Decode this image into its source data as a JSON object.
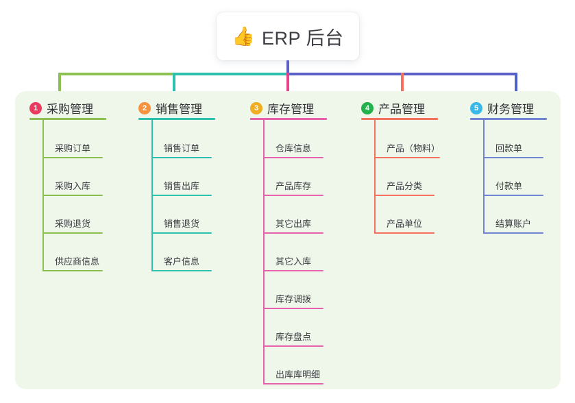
{
  "root": {
    "icon": "thumbs-up-icon",
    "icon_glyph": "👍",
    "title": "ERP 后台"
  },
  "palette": {
    "panel_bg": "#eff7ea",
    "page_bg": "#ffffff",
    "text": "#3a3a40",
    "stem_blue": "#5b5fc7",
    "bus_green": "#7ab648",
    "bus_teal": "#1bbfa8",
    "bus_blue": "#5b5fc7"
  },
  "columns": [
    {
      "number": "1",
      "title": "采购管理",
      "badge_color": "#ea3a60",
      "line_color": "#8cc152",
      "items": [
        {
          "label": "采购订单"
        },
        {
          "label": "采购入库"
        },
        {
          "label": "采购退货"
        },
        {
          "label": "供应商信息"
        }
      ]
    },
    {
      "number": "2",
      "title": "销售管理",
      "badge_color": "#f5923e",
      "line_color": "#2dc0ae",
      "items": [
        {
          "label": "销售订单"
        },
        {
          "label": "销售出库"
        },
        {
          "label": "销售退货"
        },
        {
          "label": "客户信息"
        }
      ]
    },
    {
      "number": "3",
      "title": "库存管理",
      "badge_color": "#f0ad22",
      "line_color": "#e561ad",
      "items": [
        {
          "label": "仓库信息"
        },
        {
          "label": "产品库存"
        },
        {
          "label": "其它出库"
        },
        {
          "label": "其它入库"
        },
        {
          "label": "库存调拨"
        },
        {
          "label": "库存盘点"
        },
        {
          "label": "出库库明细"
        }
      ]
    },
    {
      "number": "4",
      "title": "产品管理",
      "badge_color": "#22b14c",
      "line_color": "#f4705f",
      "items": [
        {
          "label": "产品（物料）"
        },
        {
          "label": "产品分类"
        },
        {
          "label": "产品单位"
        }
      ]
    },
    {
      "number": "5",
      "title": "财务管理",
      "badge_color": "#3cb8e8",
      "line_color": "#6f85d4",
      "items": [
        {
          "label": "回款单"
        },
        {
          "label": "付款单"
        },
        {
          "label": "结算账户"
        }
      ]
    }
  ],
  "connectors": {
    "root_stem": {
      "color": "#5b5fc7"
    },
    "bus_segments": [
      {
        "color": "#8cc152",
        "name": "bus-segment-green"
      },
      {
        "color": "#2dc0ae",
        "name": "bus-segment-teal"
      },
      {
        "color": "#5b5fc7",
        "name": "bus-segment-blue"
      }
    ],
    "drop_stubs": [
      {
        "color": "#8cc152",
        "name": "drop-stub-purchasing"
      },
      {
        "color": "#2dc0ae",
        "name": "drop-stub-sales"
      },
      {
        "color": "#e8418e",
        "name": "drop-stub-inventory"
      },
      {
        "color": "#f4705f",
        "name": "drop-stub-product"
      },
      {
        "color": "#4f62c9",
        "name": "drop-stub-finance"
      }
    ]
  }
}
